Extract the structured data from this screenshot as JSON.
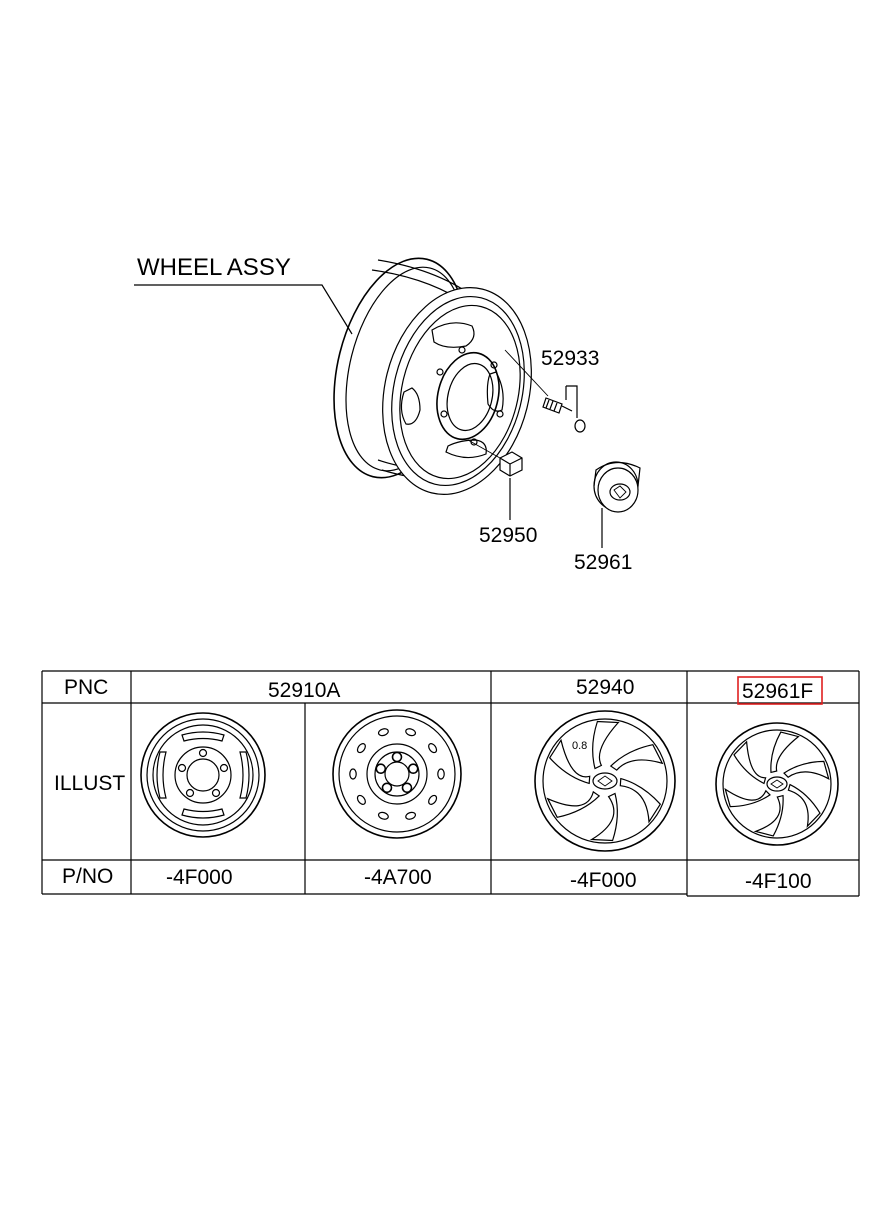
{
  "diagram": {
    "callouts": {
      "wheel_assy": "WHEEL ASSY",
      "valve": "52933",
      "nut": "52950",
      "cap": "52961"
    },
    "table": {
      "row_headers": {
        "pnc": "PNC",
        "illust": "ILLUST",
        "pno": "P/NO"
      },
      "pnc_values": [
        "52910A",
        "52940",
        "52961F"
      ],
      "pno_values": [
        "-4F000",
        "-4A700",
        "-4F000",
        "-4F100"
      ],
      "inline_text": "0.8",
      "highlighted_pnc": "52961F",
      "highlight_color": "#e02020"
    }
  }
}
